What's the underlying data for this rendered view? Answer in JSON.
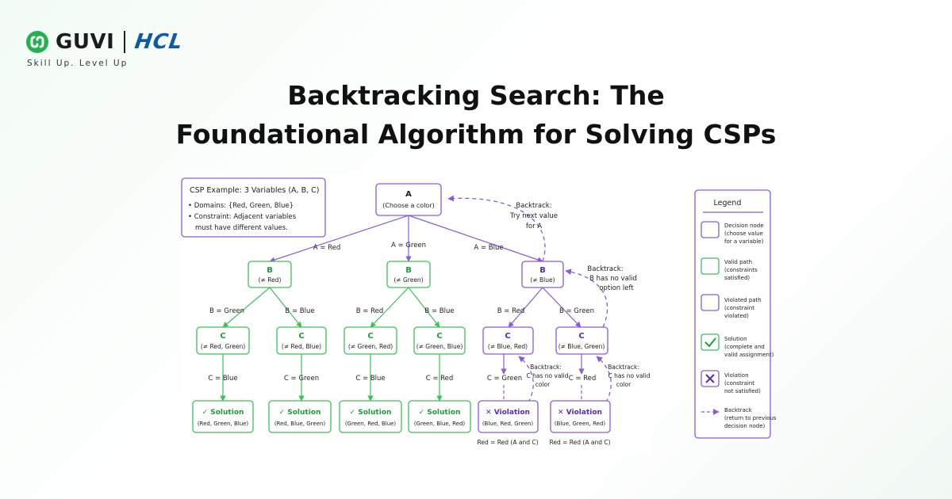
{
  "brand": {
    "guvi": "GUVI",
    "hcl": "HCL",
    "tagline": "Skill Up. Level Up"
  },
  "title": {
    "line1": "Backtracking Search: The",
    "line2": "Foundational Algorithm for Solving CSPs"
  },
  "colors": {
    "green": "#1e9b3a",
    "green_stroke": "#3fbf5a",
    "purple": "#5a2ab4",
    "purple_stroke": "#8c5ad8",
    "text": "#222222"
  },
  "csp_box": {
    "title": "CSP Example: 3 Variables (A, B, C)",
    "bullet1": "• Domains: {Red, Green, Blue}",
    "bullet2a": "• Constraint: Adjacent variables",
    "bullet2b": "must have different values."
  },
  "tree": {
    "root": {
      "name": "A",
      "sub": "(Choose a color)"
    },
    "edge_a_red": "A = Red",
    "edge_a_green": "A = Green",
    "edge_a_blue": "A = Blue",
    "b1": {
      "name": "B",
      "sub": "(≠ Red)"
    },
    "b2": {
      "name": "B",
      "sub": "(≠ Green)"
    },
    "b3": {
      "name": "B",
      "sub": "(≠ Blue)"
    },
    "edge_b1_l": "B = Green",
    "edge_b1_r": "B = Blue",
    "edge_b2_l": "B = Red",
    "edge_b2_r": "B = Blue",
    "edge_b3_l": "B = Red",
    "edge_b3_r": "B = Green",
    "c1": {
      "name": "C",
      "sub": "(≠ Red, Green)"
    },
    "c2": {
      "name": "C",
      "sub": "(≠ Red, Blue)"
    },
    "c3": {
      "name": "C",
      "sub": "(≠ Green, Red)"
    },
    "c4": {
      "name": "C",
      "sub": "(≠ Green, Blue)"
    },
    "c5": {
      "name": "C",
      "sub": "(≠ Blue, Red)"
    },
    "c6": {
      "name": "C",
      "sub": "(≠ Blue, Green)"
    },
    "edge_c1": "C = Blue",
    "edge_c2": "C = Green",
    "edge_c3": "C = Blue",
    "edge_c4": "C = Red",
    "edge_c5": "C = Green",
    "edge_c6": "C = Red",
    "s1": {
      "name": "✓ Solution",
      "sub": "(Red, Green, Blue)"
    },
    "s2": {
      "name": "✓ Solution",
      "sub": "(Red, Blue, Green)"
    },
    "s3": {
      "name": "✓ Solution",
      "sub": "(Green, Red, Blue)"
    },
    "s4": {
      "name": "✓ Solution",
      "sub": "(Green, Blue, Red)"
    },
    "v1": {
      "name": "✕ Violation",
      "sub": "(Blue, Red, Green)",
      "note": "Red = Red (A and C)"
    },
    "v2": {
      "name": "✕ Violation",
      "sub": "(Blue, Green, Red)",
      "note": "Red = Red (A and C)"
    },
    "bt_root": {
      "l1": "Backtrack:",
      "l2": "Try next value",
      "l3": "for A"
    },
    "bt_b": {
      "l1": "Backtrack:",
      "l2": "B has no valid",
      "l3": "option left"
    },
    "bt_c5": {
      "l1": "Backtrack:",
      "l2": "C has no valid",
      "l3": "color"
    },
    "bt_c6": {
      "l1": "Backtrack:",
      "l2": "C has no valid",
      "l3": "color"
    }
  },
  "legend": {
    "title": "Legend",
    "decision": {
      "l1": "Decision node",
      "l2": "(choose value",
      "l3": "for a variable)"
    },
    "valid": {
      "l1": "Valid path",
      "l2": "(constraints",
      "l3": "satisfied)"
    },
    "violated": {
      "l1": "Violated path",
      "l2": "(constraint",
      "l3": "violated)"
    },
    "solution": {
      "l1": "Solution",
      "l2": "(complete and",
      "l3": "valid assignment)"
    },
    "violation": {
      "l1": "Violation",
      "l2": "(constraint",
      "l3": "not satisfied)"
    },
    "backtrack": {
      "l1": "Backtrack",
      "l2": "(return to previous",
      "l3": "decision node)"
    }
  }
}
